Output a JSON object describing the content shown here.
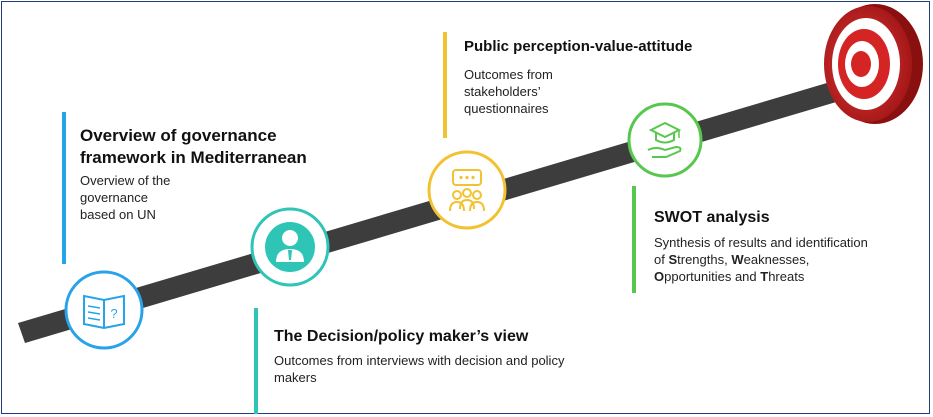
{
  "colors": {
    "arrow": "#3d3d3d",
    "step1": "#29a3e8",
    "step2": "#2ec4b6",
    "step3": "#f2c230",
    "step4": "#57c84d",
    "target_red": "#cc1f1f"
  },
  "steps": [
    {
      "title": "Overview of governance framework in Mediterranean",
      "title_line1": "Overview of governance",
      "title_line2": "framework in Mediterranean",
      "desc_line1": "Overview of the",
      "desc_line2": "governance",
      "desc_line3": "based on UN",
      "icon": "book-question-icon"
    },
    {
      "title": "The Decision/policy maker’s view",
      "desc_line1": "Outcomes from interviews with decision and policy",
      "desc_line2": "makers",
      "icon": "person-tie-icon"
    },
    {
      "title": "Public perception-value-attitude",
      "desc_line1": "Outcomes from",
      "desc_line2": "stakeholders’",
      "desc_line3": "questionnaires",
      "icon": "group-discussion-icon"
    },
    {
      "title": "SWOT analysis",
      "desc_line1": "Synthesis of results and identification",
      "desc_line2_pre": "of ",
      "s_letter": "S",
      "s_rest": "trengths, ",
      "w_letter": "W",
      "w_rest": "eaknesses,",
      "o_letter": "O",
      "o_rest": "pportunities and ",
      "t_letter": "T",
      "t_rest": "hreats",
      "icon": "graduation-cap-hand-icon"
    }
  ]
}
